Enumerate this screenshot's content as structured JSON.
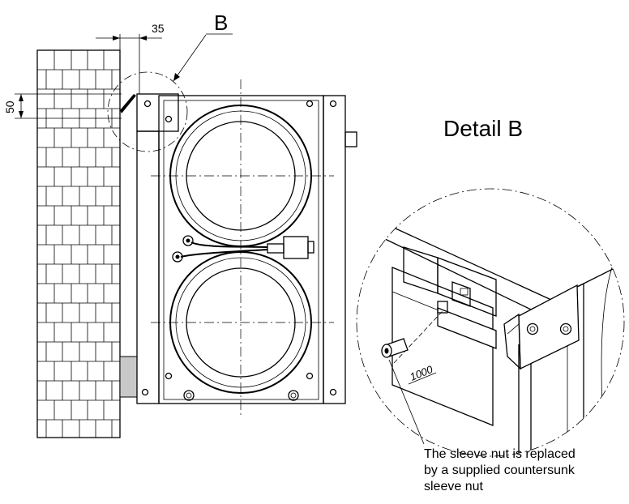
{
  "detail_title": "Detail B",
  "callout_letter": "B",
  "dimensions": {
    "top_gap": "35",
    "left_height": "50"
  },
  "detail_part_label": "1000",
  "note_lines": [
    "The sleeve nut is replaced",
    "by a supplied countersunk",
    "sleeve nut"
  ],
  "colors": {
    "line": "#000000",
    "wall_infill": "#c8c8c8",
    "background": "#ffffff"
  }
}
